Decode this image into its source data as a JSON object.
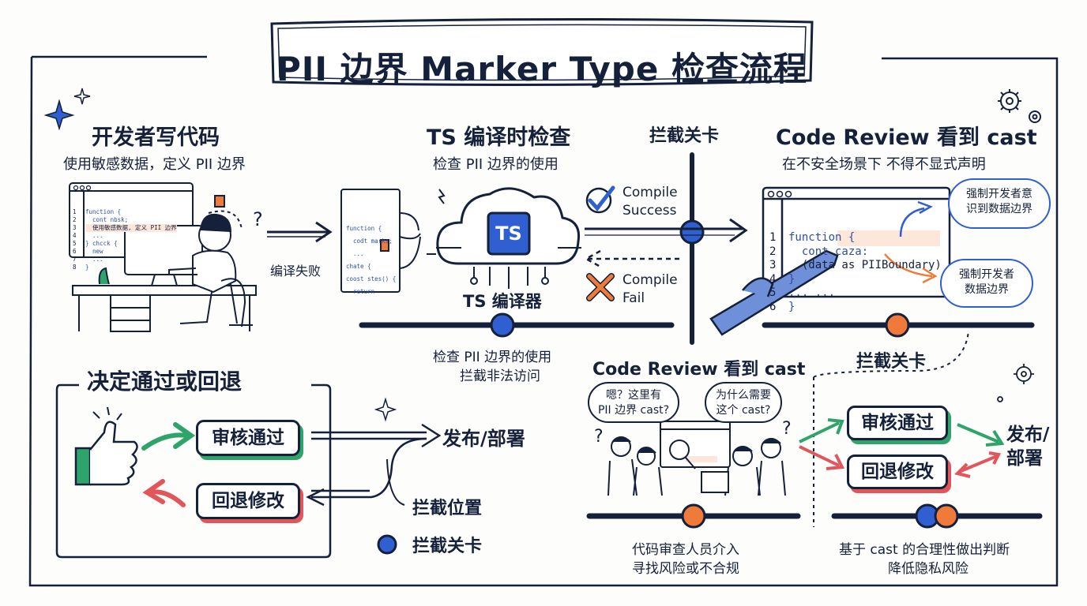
{
  "title": "PII 边界 Marker Type 检查流程",
  "sections": {
    "dev": {
      "heading": "开发者写代码",
      "sub": "使用敏感数据，定义 PII 边界"
    },
    "ts": {
      "heading": "TS 编译时检查",
      "sub": "检查 PII 边界的使用",
      "compiler_label": "TS 编译器",
      "ts_badge": "TS",
      "bottom_line1": "检查 PII 边界的使用",
      "bottom_line2": "拦截非法访问"
    },
    "gate_top": {
      "label": "拦截关卡"
    },
    "review": {
      "heading": "Code Review 看到 cast",
      "sub": "在不安全场景下 不得不显式声明",
      "gate_label": "拦截关卡"
    },
    "decide": {
      "heading": "决定通过或回退",
      "approve": "审核通过",
      "rollback": "回退修改",
      "release": "发布/部署",
      "intercept_pos": "拦截位置",
      "gate_legend": "拦截关卡"
    },
    "team_review": {
      "heading": "Code Review 看到 cast",
      "bubble_left_line1": "嗯？这里有",
      "bubble_left_line2": "PII 边界 cast?",
      "bubble_right_line1": "为什么需要",
      "bubble_right_line2": "这个 cast?",
      "caption_line1": "代码审查人员介入",
      "caption_line2": "寻找风险或不合规"
    },
    "final": {
      "approve": "审核通过",
      "rollback": "回退修改",
      "release_line1": "发布/",
      "release_line2": "部署",
      "caption_line1": "基于 cast 的合理性做出判断",
      "caption_line2": "降低隐私风险"
    }
  },
  "arrows": {
    "compile_fail": "编译失败",
    "compile_success": "Compile\nSuccess",
    "compile_success_1": "Compile",
    "compile_success_2": "Success",
    "compile_fail_1": "Compile",
    "compile_fail_2": "Fail"
  },
  "code_review_window": {
    "lines": [
      "function {",
      "  cont caza:",
      "  (data as PIIBoundary)",
      "}",
      "... ...",
      "}"
    ],
    "line_numbers": [
      "1",
      "2",
      "3",
      "4",
      "5",
      "6"
    ],
    "note_top_line1": "强制开发者意",
    "note_top_line2": "识到数据边界",
    "note_bottom_line1": "强制开发者",
    "note_bottom_line2": "数据边界"
  },
  "dev_code": {
    "lines": [
      "function {",
      "  cont nbsk;",
      "  使用敏感数据, 定义 PII 边界",
      "  ...",
      "} chcck {",
      "  new",
      "  ...",
      "}"
    ],
    "line_numbers": [
      "1",
      "2",
      "3",
      "4",
      "5",
      "6",
      "7",
      "8"
    ]
  },
  "ts_code": {
    "lines": [
      "function {",
      "  codt marks;",
      "  ...",
      "chate {",
      "",
      "coost stes() {",
      "  return"
    ]
  },
  "colors": {
    "navy": "#15203a",
    "blue": "#2f5fd0",
    "orange": "#f07a3a",
    "green": "#2fa46a",
    "red": "#e0565a"
  }
}
